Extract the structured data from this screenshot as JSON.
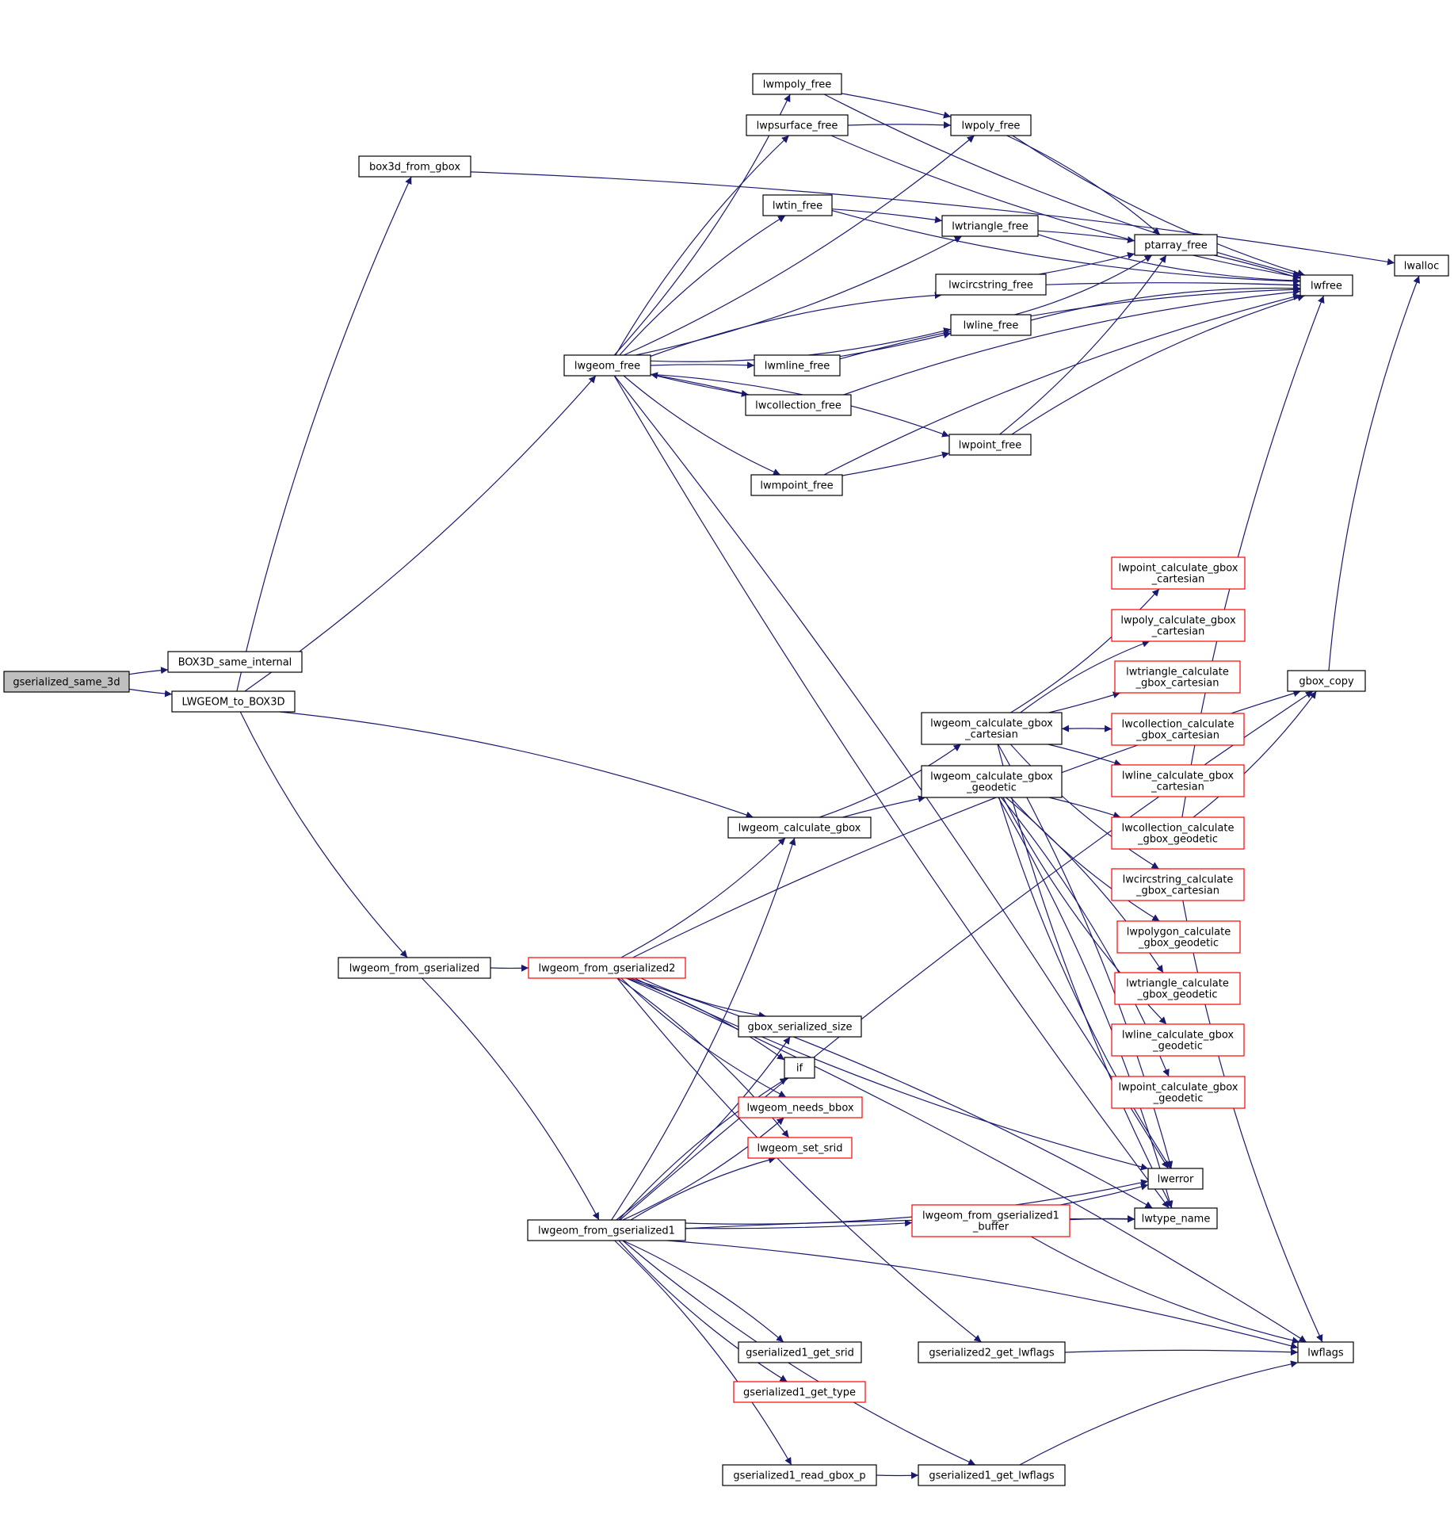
{
  "graph": {
    "nodes": [
      {
        "id": "gserialized_same_3d",
        "lines": [
          "gserialized_same_3d"
        ],
        "root": true
      },
      {
        "id": "BOX3D_same_internal",
        "lines": [
          "BOX3D_same_internal"
        ]
      },
      {
        "id": "LWGEOM_to_BOX3D",
        "lines": [
          "LWGEOM_to_BOX3D"
        ]
      },
      {
        "id": "box3d_from_gbox",
        "lines": [
          "box3d_from_gbox"
        ]
      },
      {
        "id": "lwalloc",
        "lines": [
          "lwalloc"
        ]
      },
      {
        "id": "lwgeom_free",
        "lines": [
          "lwgeom_free"
        ]
      },
      {
        "id": "lwmpoly_free",
        "lines": [
          "lwmpoly_free"
        ]
      },
      {
        "id": "lwpsurface_free",
        "lines": [
          "lwpsurface_free"
        ]
      },
      {
        "id": "lwpoly_free",
        "lines": [
          "lwpoly_free"
        ]
      },
      {
        "id": "lwtin_free",
        "lines": [
          "lwtin_free"
        ]
      },
      {
        "id": "lwtriangle_free",
        "lines": [
          "lwtriangle_free"
        ]
      },
      {
        "id": "ptarray_free",
        "lines": [
          "ptarray_free"
        ]
      },
      {
        "id": "lwfree",
        "lines": [
          "lwfree"
        ]
      },
      {
        "id": "lwcircstring_free",
        "lines": [
          "lwcircstring_free"
        ]
      },
      {
        "id": "lwline_free",
        "lines": [
          "lwline_free"
        ]
      },
      {
        "id": "lwmline_free",
        "lines": [
          "lwmline_free"
        ]
      },
      {
        "id": "lwcollection_free",
        "lines": [
          "lwcollection_free"
        ]
      },
      {
        "id": "lwpoint_free",
        "lines": [
          "lwpoint_free"
        ]
      },
      {
        "id": "lwmpoint_free",
        "lines": [
          "lwmpoint_free"
        ]
      },
      {
        "id": "lwpoint_calculate_gbox_cartesian",
        "lines": [
          "lwpoint_calculate_gbox",
          "_cartesian"
        ],
        "red": true
      },
      {
        "id": "lwpoly_calculate_gbox_cartesian",
        "lines": [
          "lwpoly_calculate_gbox",
          "_cartesian"
        ],
        "red": true
      },
      {
        "id": "lwtriangle_calculate_gbox_cartesian",
        "lines": [
          "lwtriangle_calculate",
          "_gbox_cartesian"
        ],
        "red": true
      },
      {
        "id": "lwcollection_calculate_gbox_cartesian",
        "lines": [
          "lwcollection_calculate",
          "_gbox_cartesian"
        ],
        "red": true
      },
      {
        "id": "lwline_calculate_gbox_cartesian",
        "lines": [
          "lwline_calculate_gbox",
          "_cartesian"
        ],
        "red": true
      },
      {
        "id": "lwcollection_calculate_gbox_geodetic",
        "lines": [
          "lwcollection_calculate",
          "_gbox_geodetic"
        ],
        "red": true
      },
      {
        "id": "lwcircstring_calculate_gbox_cartesian",
        "lines": [
          "lwcircstring_calculate",
          "_gbox_cartesian"
        ],
        "red": true
      },
      {
        "id": "lwpolygon_calculate_gbox_geodetic",
        "lines": [
          "lwpolygon_calculate",
          "_gbox_geodetic"
        ],
        "red": true
      },
      {
        "id": "lwtriangle_calculate_gbox_geodetic",
        "lines": [
          "lwtriangle_calculate",
          "_gbox_geodetic"
        ],
        "red": true
      },
      {
        "id": "lwline_calculate_gbox_geodetic",
        "lines": [
          "lwline_calculate_gbox",
          "_geodetic"
        ],
        "red": true
      },
      {
        "id": "lwpoint_calculate_gbox_geodetic",
        "lines": [
          "lwpoint_calculate_gbox",
          "_geodetic"
        ],
        "red": true
      },
      {
        "id": "gbox_copy",
        "lines": [
          "gbox_copy"
        ]
      },
      {
        "id": "lwgeom_calculate_gbox_cartesian",
        "lines": [
          "lwgeom_calculate_gbox",
          "_cartesian"
        ]
      },
      {
        "id": "lwgeom_calculate_gbox_geodetic",
        "lines": [
          "lwgeom_calculate_gbox",
          "_geodetic"
        ]
      },
      {
        "id": "lwgeom_calculate_gbox",
        "lines": [
          "lwgeom_calculate_gbox"
        ]
      },
      {
        "id": "lwgeom_from_gserialized",
        "lines": [
          "lwgeom_from_gserialized"
        ]
      },
      {
        "id": "lwgeom_from_gserialized2",
        "lines": [
          "lwgeom_from_gserialized2"
        ],
        "red": true
      },
      {
        "id": "gbox_serialized_size",
        "lines": [
          "gbox_serialized_size"
        ]
      },
      {
        "id": "if",
        "lines": [
          "if"
        ]
      },
      {
        "id": "lwgeom_needs_bbox",
        "lines": [
          "lwgeom_needs_bbox"
        ],
        "red": true
      },
      {
        "id": "lwgeom_set_srid",
        "lines": [
          "lwgeom_set_srid"
        ],
        "red": true
      },
      {
        "id": "lwerror",
        "lines": [
          "lwerror"
        ]
      },
      {
        "id": "lwtype_name",
        "lines": [
          "lwtype_name"
        ]
      },
      {
        "id": "lwgeom_from_gserialized1_buffer",
        "lines": [
          "lwgeom_from_gserialized1",
          "_buffer"
        ],
        "red": true
      },
      {
        "id": "lwgeom_from_gserialized1",
        "lines": [
          "lwgeom_from_gserialized1"
        ]
      },
      {
        "id": "gserialized1_get_srid",
        "lines": [
          "gserialized1_get_srid"
        ]
      },
      {
        "id": "gserialized2_get_lwflags",
        "lines": [
          "gserialized2_get_lwflags"
        ]
      },
      {
        "id": "lwflags",
        "lines": [
          "lwflags"
        ]
      },
      {
        "id": "gserialized1_get_type",
        "lines": [
          "gserialized1_get_type"
        ],
        "red": true
      },
      {
        "id": "gserialized1_read_gbox_p",
        "lines": [
          "gserialized1_read_gbox_p"
        ]
      },
      {
        "id": "gserialized1_get_lwflags",
        "lines": [
          "gserialized1_get_lwflags"
        ]
      }
    ],
    "edges": [
      [
        "gserialized_same_3d",
        "BOX3D_same_internal"
      ],
      [
        "gserialized_same_3d",
        "LWGEOM_to_BOX3D"
      ],
      [
        "LWGEOM_to_BOX3D",
        "box3d_from_gbox"
      ],
      [
        "LWGEOM_to_BOX3D",
        "lwgeom_free"
      ],
      [
        "LWGEOM_to_BOX3D",
        "lwgeom_calculate_gbox"
      ],
      [
        "LWGEOM_to_BOX3D",
        "lwgeom_from_gserialized"
      ],
      [
        "box3d_from_gbox",
        "lwalloc"
      ],
      [
        "lwgeom_free",
        "lwmpoly_free"
      ],
      [
        "lwgeom_free",
        "lwpsurface_free"
      ],
      [
        "lwgeom_free",
        "lwpoly_free"
      ],
      [
        "lwgeom_free",
        "lwtin_free"
      ],
      [
        "lwgeom_free",
        "lwtriangle_free"
      ],
      [
        "lwgeom_free",
        "lwcircstring_free"
      ],
      [
        "lwgeom_free",
        "lwline_free"
      ],
      [
        "lwgeom_free",
        "lwmline_free"
      ],
      [
        "lwgeom_free",
        "lwcollection_free"
      ],
      [
        "lwgeom_free",
        "lwpoint_free"
      ],
      [
        "lwgeom_free",
        "lwmpoint_free"
      ],
      [
        "lwgeom_free",
        "lwerror"
      ],
      [
        "lwgeom_free",
        "lwtype_name"
      ],
      [
        "lwmpoly_free",
        "lwpoly_free"
      ],
      [
        "lwmpoly_free",
        "lwfree"
      ],
      [
        "lwpsurface_free",
        "lwpoly_free"
      ],
      [
        "lwpsurface_free",
        "lwfree"
      ],
      [
        "lwpoly_free",
        "ptarray_free"
      ],
      [
        "lwpoly_free",
        "lwfree"
      ],
      [
        "lwtin_free",
        "lwtriangle_free"
      ],
      [
        "lwtin_free",
        "lwfree"
      ],
      [
        "lwtriangle_free",
        "ptarray_free"
      ],
      [
        "lwtriangle_free",
        "lwfree"
      ],
      [
        "ptarray_free",
        "lwfree"
      ],
      [
        "lwcircstring_free",
        "ptarray_free"
      ],
      [
        "lwcircstring_free",
        "lwfree"
      ],
      [
        "lwline_free",
        "ptarray_free"
      ],
      [
        "lwline_free",
        "lwfree"
      ],
      [
        "lwmline_free",
        "lwline_free"
      ],
      [
        "lwmline_free",
        "lwfree"
      ],
      [
        "lwcollection_free",
        "lwgeom_free"
      ],
      [
        "lwcollection_free",
        "lwfree"
      ],
      [
        "lwpoint_free",
        "ptarray_free"
      ],
      [
        "lwpoint_free",
        "lwfree"
      ],
      [
        "lwmpoint_free",
        "lwpoint_free"
      ],
      [
        "lwmpoint_free",
        "lwfree"
      ],
      [
        "lwgeom_calculate_gbox",
        "lwgeom_calculate_gbox_cartesian"
      ],
      [
        "lwgeom_calculate_gbox",
        "lwgeom_calculate_gbox_geodetic"
      ],
      [
        "lwgeom_calculate_gbox_cartesian",
        "lwpoint_calculate_gbox_cartesian"
      ],
      [
        "lwgeom_calculate_gbox_cartesian",
        "lwpoly_calculate_gbox_cartesian"
      ],
      [
        "lwgeom_calculate_gbox_cartesian",
        "lwtriangle_calculate_gbox_cartesian"
      ],
      [
        "lwgeom_calculate_gbox_cartesian",
        "lwcollection_calculate_gbox_cartesian"
      ],
      [
        "lwcollection_calculate_gbox_cartesian",
        "lwgeom_calculate_gbox_cartesian"
      ],
      [
        "lwgeom_calculate_gbox_cartesian",
        "lwline_calculate_gbox_cartesian"
      ],
      [
        "lwgeom_calculate_gbox_cartesian",
        "lwcircstring_calculate_gbox_cartesian"
      ],
      [
        "lwgeom_calculate_gbox_cartesian",
        "lwerror"
      ],
      [
        "lwgeom_calculate_gbox_cartesian",
        "lwtype_name"
      ],
      [
        "lwgeom_calculate_gbox_geodetic",
        "lwcollection_calculate_gbox_geodetic"
      ],
      [
        "lwgeom_calculate_gbox_geodetic",
        "lwpolygon_calculate_gbox_geodetic"
      ],
      [
        "lwgeom_calculate_gbox_geodetic",
        "lwtriangle_calculate_gbox_geodetic"
      ],
      [
        "lwgeom_calculate_gbox_geodetic",
        "lwline_calculate_gbox_geodetic"
      ],
      [
        "lwgeom_calculate_gbox_geodetic",
        "lwpoint_calculate_gbox_geodetic"
      ],
      [
        "lwgeom_calculate_gbox_geodetic",
        "lwerror"
      ],
      [
        "lwgeom_calculate_gbox_geodetic",
        "lwtype_name"
      ],
      [
        "lwcollection_calculate_gbox_geodetic",
        "gbox_copy"
      ],
      [
        "lwcollection_calculate_gbox_geodetic",
        "lwfree"
      ],
      [
        "lwcircstring_calculate_gbox_cartesian",
        "lwflags"
      ],
      [
        "gbox_copy",
        "lwalloc"
      ],
      [
        "lwgeom_from_gserialized",
        "lwgeom_from_gserialized2"
      ],
      [
        "lwgeom_from_gserialized",
        "lwgeom_from_gserialized1"
      ],
      [
        "lwgeom_from_gserialized2",
        "lwgeom_calculate_gbox"
      ],
      [
        "lwgeom_from_gserialized2",
        "gbox_copy"
      ],
      [
        "lwgeom_from_gserialized2",
        "gbox_serialized_size"
      ],
      [
        "lwgeom_from_gserialized2",
        "if"
      ],
      [
        "lwgeom_from_gserialized2",
        "lwgeom_needs_bbox"
      ],
      [
        "lwgeom_from_gserialized2",
        "lwgeom_set_srid"
      ],
      [
        "lwgeom_from_gserialized2",
        "lwerror"
      ],
      [
        "lwgeom_from_gserialized2",
        "lwtype_name"
      ],
      [
        "lwgeom_from_gserialized2",
        "gserialized2_get_lwflags"
      ],
      [
        "lwgeom_from_gserialized2",
        "lwflags"
      ],
      [
        "lwgeom_from_gserialized1",
        "lwgeom_calculate_gbox"
      ],
      [
        "lwgeom_from_gserialized1",
        "gbox_copy"
      ],
      [
        "lwgeom_from_gserialized1",
        "gbox_serialized_size"
      ],
      [
        "lwgeom_from_gserialized1",
        "if"
      ],
      [
        "lwgeom_from_gserialized1",
        "lwgeom_needs_bbox"
      ],
      [
        "lwgeom_from_gserialized1",
        "lwgeom_set_srid"
      ],
      [
        "lwgeom_from_gserialized1",
        "lwerror"
      ],
      [
        "lwgeom_from_gserialized1",
        "lwtype_name"
      ],
      [
        "lwgeom_from_gserialized1",
        "lwgeom_from_gserialized1_buffer"
      ],
      [
        "lwgeom_from_gserialized1",
        "gserialized1_get_srid"
      ],
      [
        "lwgeom_from_gserialized1",
        "gserialized1_get_type"
      ],
      [
        "lwgeom_from_gserialized1",
        "gserialized1_read_gbox_p"
      ],
      [
        "lwgeom_from_gserialized1",
        "gserialized1_get_lwflags"
      ],
      [
        "lwgeom_from_gserialized1",
        "lwflags"
      ],
      [
        "lwgeom_from_gserialized1_buffer",
        "lwerror"
      ],
      [
        "lwgeom_from_gserialized1_buffer",
        "lwtype_name"
      ],
      [
        "lwgeom_from_gserialized1_buffer",
        "lwflags"
      ],
      [
        "gserialized2_get_lwflags",
        "lwflags"
      ],
      [
        "gserialized1_read_gbox_p",
        "gserialized1_get_lwflags"
      ],
      [
        "gserialized1_get_lwflags",
        "lwflags"
      ]
    ]
  }
}
